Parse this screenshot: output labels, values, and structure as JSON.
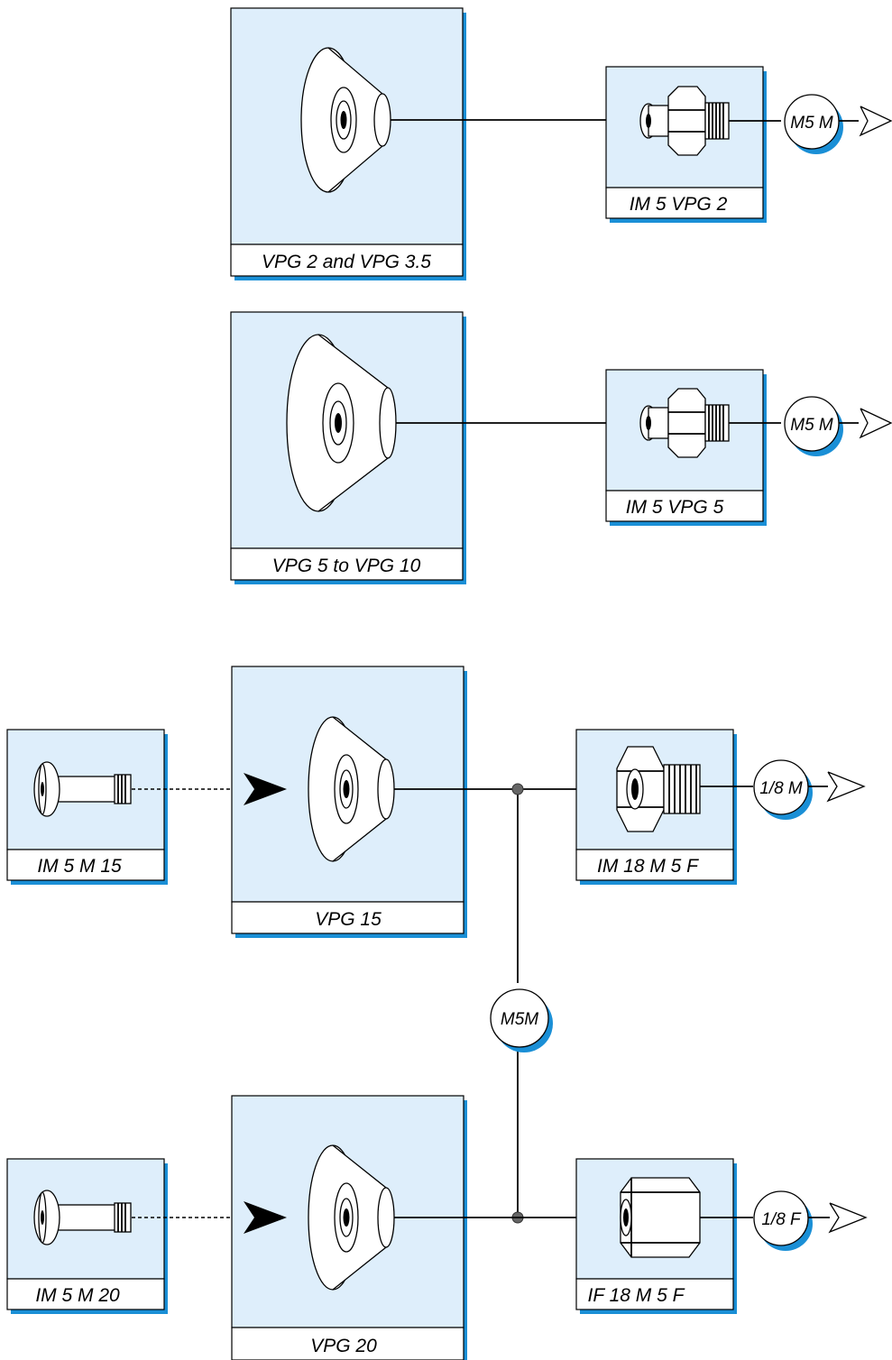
{
  "cups": {
    "vpg2": "VPG 2 and VPG 3.5",
    "vpg5": "VPG 5 to VPG 10",
    "vpg15": "VPG 15",
    "vpg20": "VPG 20"
  },
  "adapters": {
    "im5vpg2": "IM 5 VPG 2",
    "im5vpg5": "IM 5 VPG 5",
    "im18m5f": "IM 18 M 5 F",
    "if18m5f": "IF 18 M 5 F"
  },
  "studs": {
    "im5m15": "IM 5 M 15",
    "im5m20": "IM 5 M 20"
  },
  "threads": {
    "m5m_a": "M5 M",
    "m5m_b": "M5 M",
    "eighth_m": "1/8 M",
    "eighth_f": "1/8 F",
    "m5m_center": "M5M"
  },
  "colors": {
    "panel_fill": "#deeefb",
    "shadow": "#1a8fd6"
  }
}
